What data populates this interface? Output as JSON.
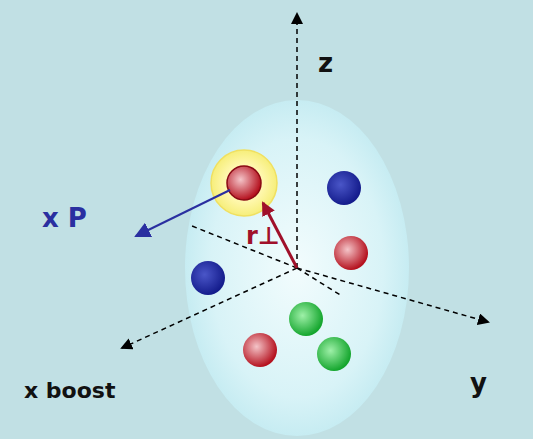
{
  "diagram": {
    "labels": [
      "z",
      "x P",
      "r⊥",
      "y",
      "x boost"
    ]
  }
}
